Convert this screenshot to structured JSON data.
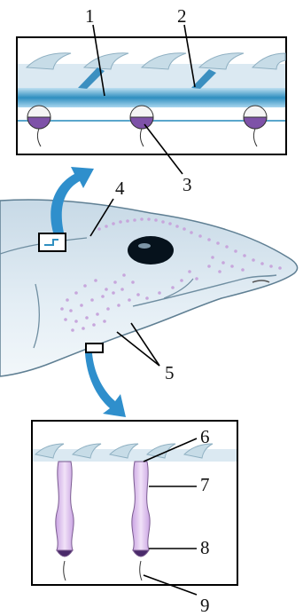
{
  "labels": {
    "l1": "1",
    "l2": "2",
    "l3": "3",
    "l4": "4",
    "l5": "5",
    "l6": "6",
    "l7": "7",
    "l8": "8",
    "l9": "9"
  },
  "colors": {
    "canal": "#2f8fc0",
    "arrow": "#2f8fcc",
    "skin": "#dde9f1",
    "pore": "#c7a6dc",
    "cell": "#e2c6ee"
  }
}
